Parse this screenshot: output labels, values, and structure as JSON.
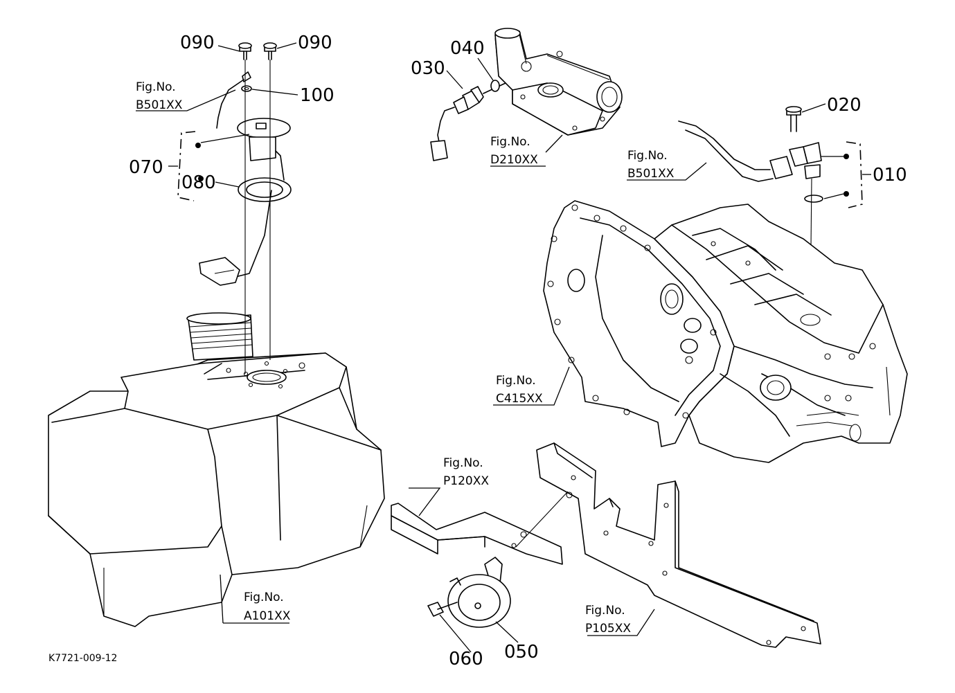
{
  "labels": {
    "p010": "010",
    "p020": "020",
    "p030": "030",
    "p040": "040",
    "p050": "050",
    "p060": "060",
    "p070": "070",
    "p080": "080",
    "p090a": "090",
    "p090b": "090",
    "p100": "100"
  },
  "figrefs": {
    "b501_left": {
      "title": "Fig.No.",
      "code": "B501XX"
    },
    "d210": {
      "title": "Fig.No.",
      "code": "D210XX"
    },
    "b501_right": {
      "title": "Fig.No.",
      "code": "B501XX"
    },
    "c415": {
      "title": "Fig.No.",
      "code": "C415XX"
    },
    "p120": {
      "title": "Fig.No.",
      "code": "P120XX"
    },
    "a101": {
      "title": "Fig.No.",
      "code": "A101XX"
    },
    "p105": {
      "title": "Fig.No.",
      "code": "P105XX"
    }
  },
  "drawing_code": "K7721-009-12"
}
